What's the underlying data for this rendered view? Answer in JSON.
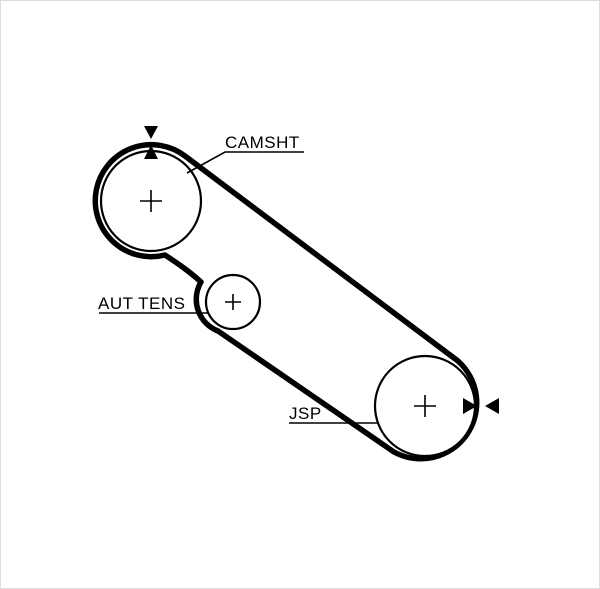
{
  "diagram": {
    "labels": {
      "camshaft": "CAMSHT",
      "tensioner": "AUT TENS",
      "crankshaft": "JSP"
    },
    "markers": {
      "camshaft_alignment": [
        "triangle-down",
        "triangle-up"
      ],
      "crankshaft_alignment": [
        "triangle-right",
        "triangle-left"
      ]
    },
    "colors": {
      "line": "#000000",
      "background": "#ffffff"
    }
  }
}
